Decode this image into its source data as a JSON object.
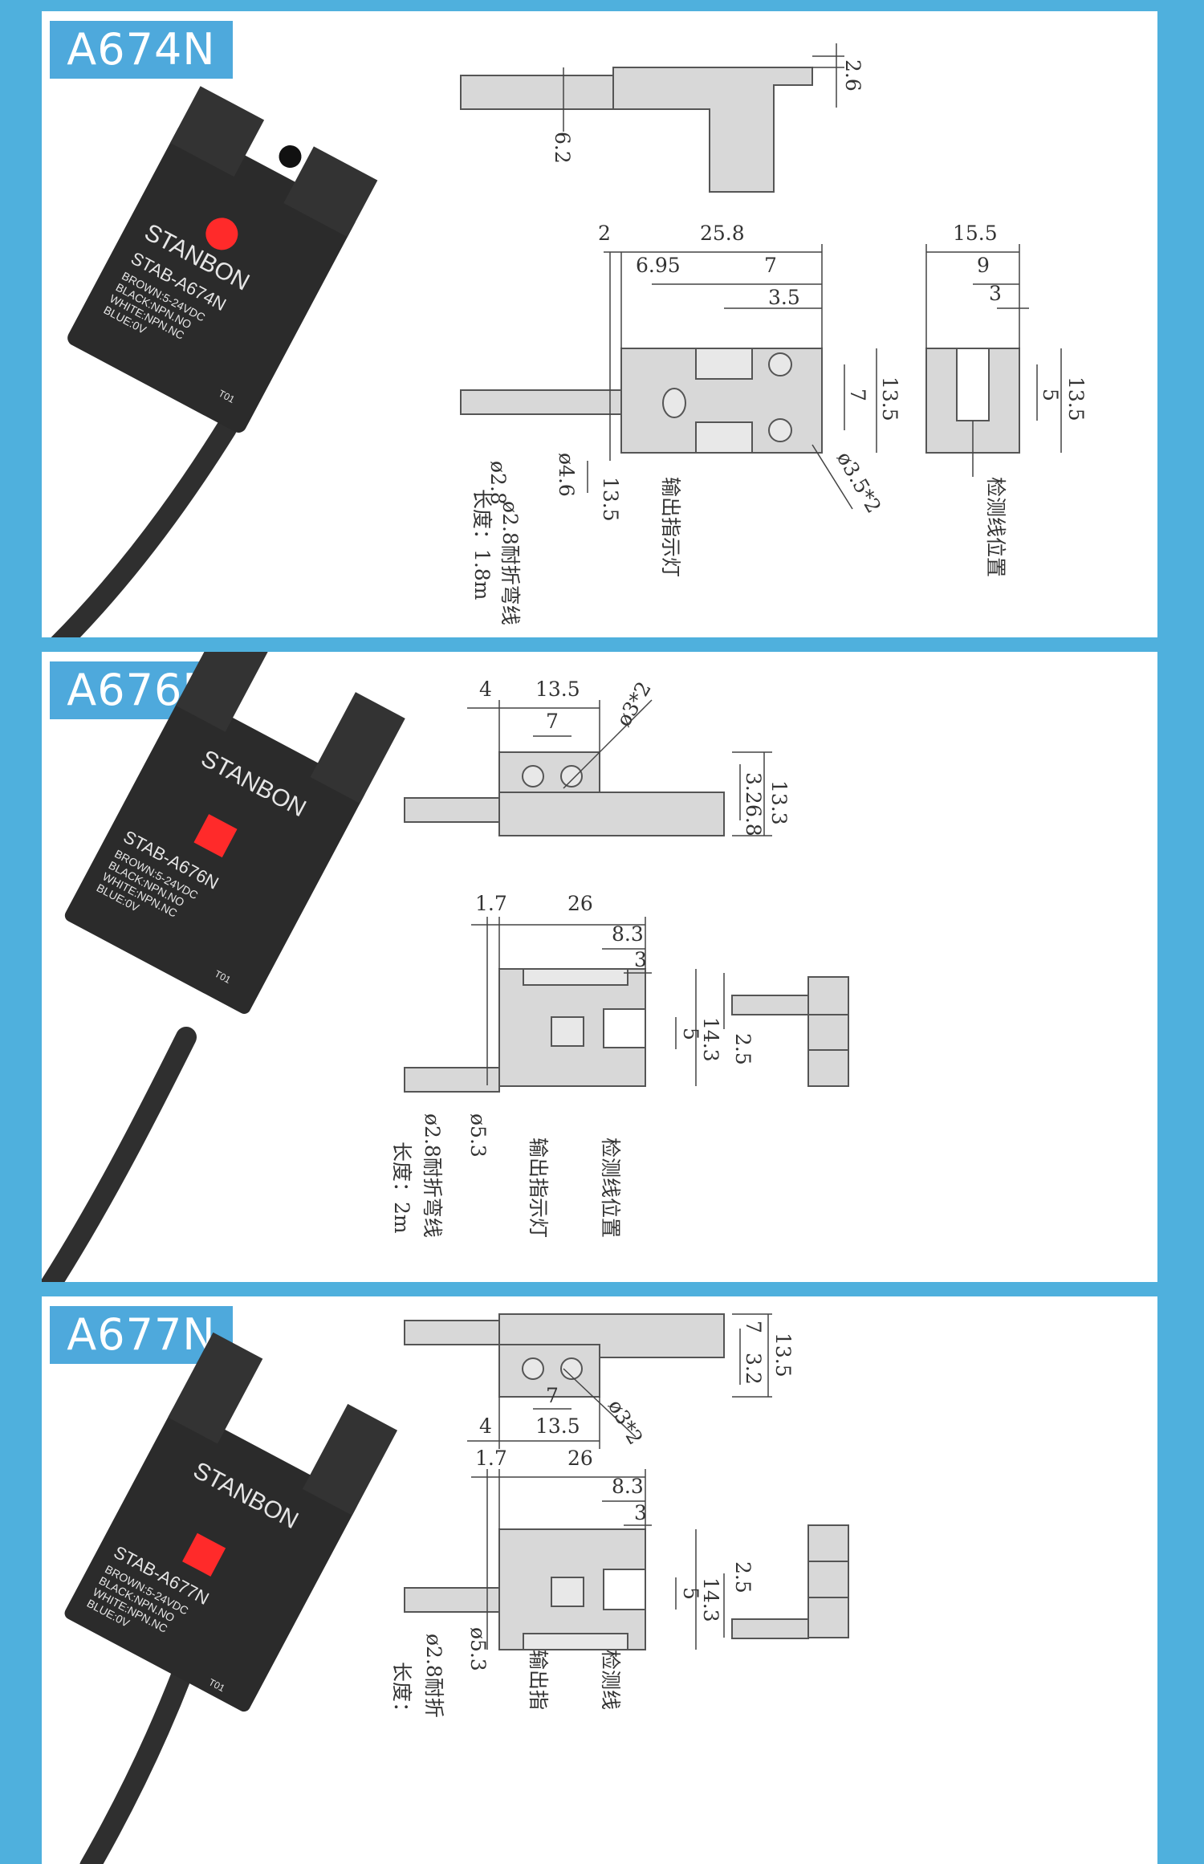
{
  "panels": [
    {
      "model": "A674N",
      "product": {
        "brand": "STANBON",
        "name": "STAB-A674N",
        "lines": [
          "BROWN:5-24VDC",
          "BLACK:NPN.NO",
          "WHITE:NPN.NC",
          "BLUE:0V"
        ],
        "code": "T01"
      },
      "dims": {
        "d1": "2.6",
        "d2": "6.2",
        "d3": "2",
        "d4": "25.8",
        "d5": "6.95",
        "d6": "7",
        "d7": "3.5",
        "d8": "13.5",
        "d9": "7",
        "d10": "15.5",
        "d11": "9",
        "d12": "3",
        "d13": "5",
        "d14": "13.5",
        "d15": "ø2.8",
        "d16": "ø4.6",
        "d17": "13.5",
        "d18": "ø3.5*2"
      },
      "labels": {
        "cable": "ø2.8耐折弯线",
        "length": "长度：1.8m",
        "led": "输出指示灯",
        "detect": "检测线位置"
      }
    },
    {
      "model": "A676N",
      "product": {
        "brand": "STANBON",
        "name": "STAB-A676N",
        "lines": [
          "BROWN:5-24VDC",
          "BLACK:NPN.NO",
          "WHITE:NPN.NC",
          "BLUE:0V"
        ],
        "code": "T01"
      },
      "dims": {
        "d1": "4",
        "d2": "13.5",
        "d3": "7",
        "d4": "ø3*2",
        "d5": "3.2",
        "d6": "6.8",
        "d7": "13.3",
        "d8": "1.7",
        "d9": "26",
        "d10": "8.3",
        "d11": "3",
        "d12": "5",
        "d13": "14.3",
        "d14": "2.5",
        "d15": "ø5.3"
      },
      "labels": {
        "cable": "ø2.8耐折弯线",
        "length": "长度：2m",
        "led": "输出指示灯",
        "detect": "检测线位置"
      }
    },
    {
      "model": "A677N",
      "product": {
        "brand": "STANBON",
        "name": "STAB-A677N",
        "lines": [
          "BROWN:5-24VDC",
          "BLACK:NPN.NO",
          "WHITE:NPN.NC",
          "BLUE:0V"
        ],
        "code": "T01"
      },
      "dims": {
        "d1": "7",
        "d2": "3.2",
        "d3": "13.5",
        "d4": "ø3*2",
        "d5": "7",
        "d6": "4",
        "d7": "13.5",
        "d8": "1.7",
        "d9": "26",
        "d10": "8.3",
        "d11": "3",
        "d12": "5",
        "d13": "14.3",
        "d14": "2.5",
        "d15": "ø5.3"
      },
      "labels": {
        "cable": "ø2.8耐折",
        "length": "长度：",
        "led": "输出指",
        "detect": "检测线"
      }
    }
  ],
  "colors": {
    "frame": "#4fb0dd",
    "tag": "#4ea9dc",
    "body": "#2b2b2b",
    "led": "#ff2a2a",
    "drawing": "#d8d8d8"
  }
}
